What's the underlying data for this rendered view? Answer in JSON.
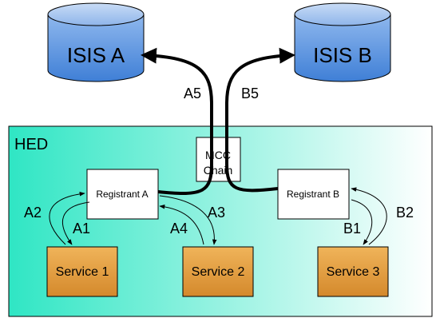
{
  "databases": {
    "isis_a": {
      "label": "ISIS A"
    },
    "isis_b": {
      "label": "ISIS B"
    }
  },
  "container": {
    "label": "HED"
  },
  "boxes": {
    "mcc_chain": {
      "line1": "MCC",
      "line2": "Chain"
    },
    "registrant_a": {
      "label": "Registrant A"
    },
    "registrant_b": {
      "label": "Registrant B"
    },
    "service_1": {
      "label": "Service 1"
    },
    "service_2": {
      "label": "Service 2"
    },
    "service_3": {
      "label": "Service 3"
    }
  },
  "edge_labels": {
    "a1": "A1",
    "a2": "A2",
    "a3": "A3",
    "a4": "A4",
    "a5": "A5",
    "b1": "B1",
    "b2": "B2",
    "b5": "B5"
  },
  "colors": {
    "database_fill_top": "#a8c8f0",
    "database_fill_bottom": "#4a86d8",
    "container_left": "#2fe6c4",
    "container_right": "#ffffff",
    "service_fill": "#e09a3a",
    "box_fill": "#ffffff",
    "stroke": "#000000"
  }
}
